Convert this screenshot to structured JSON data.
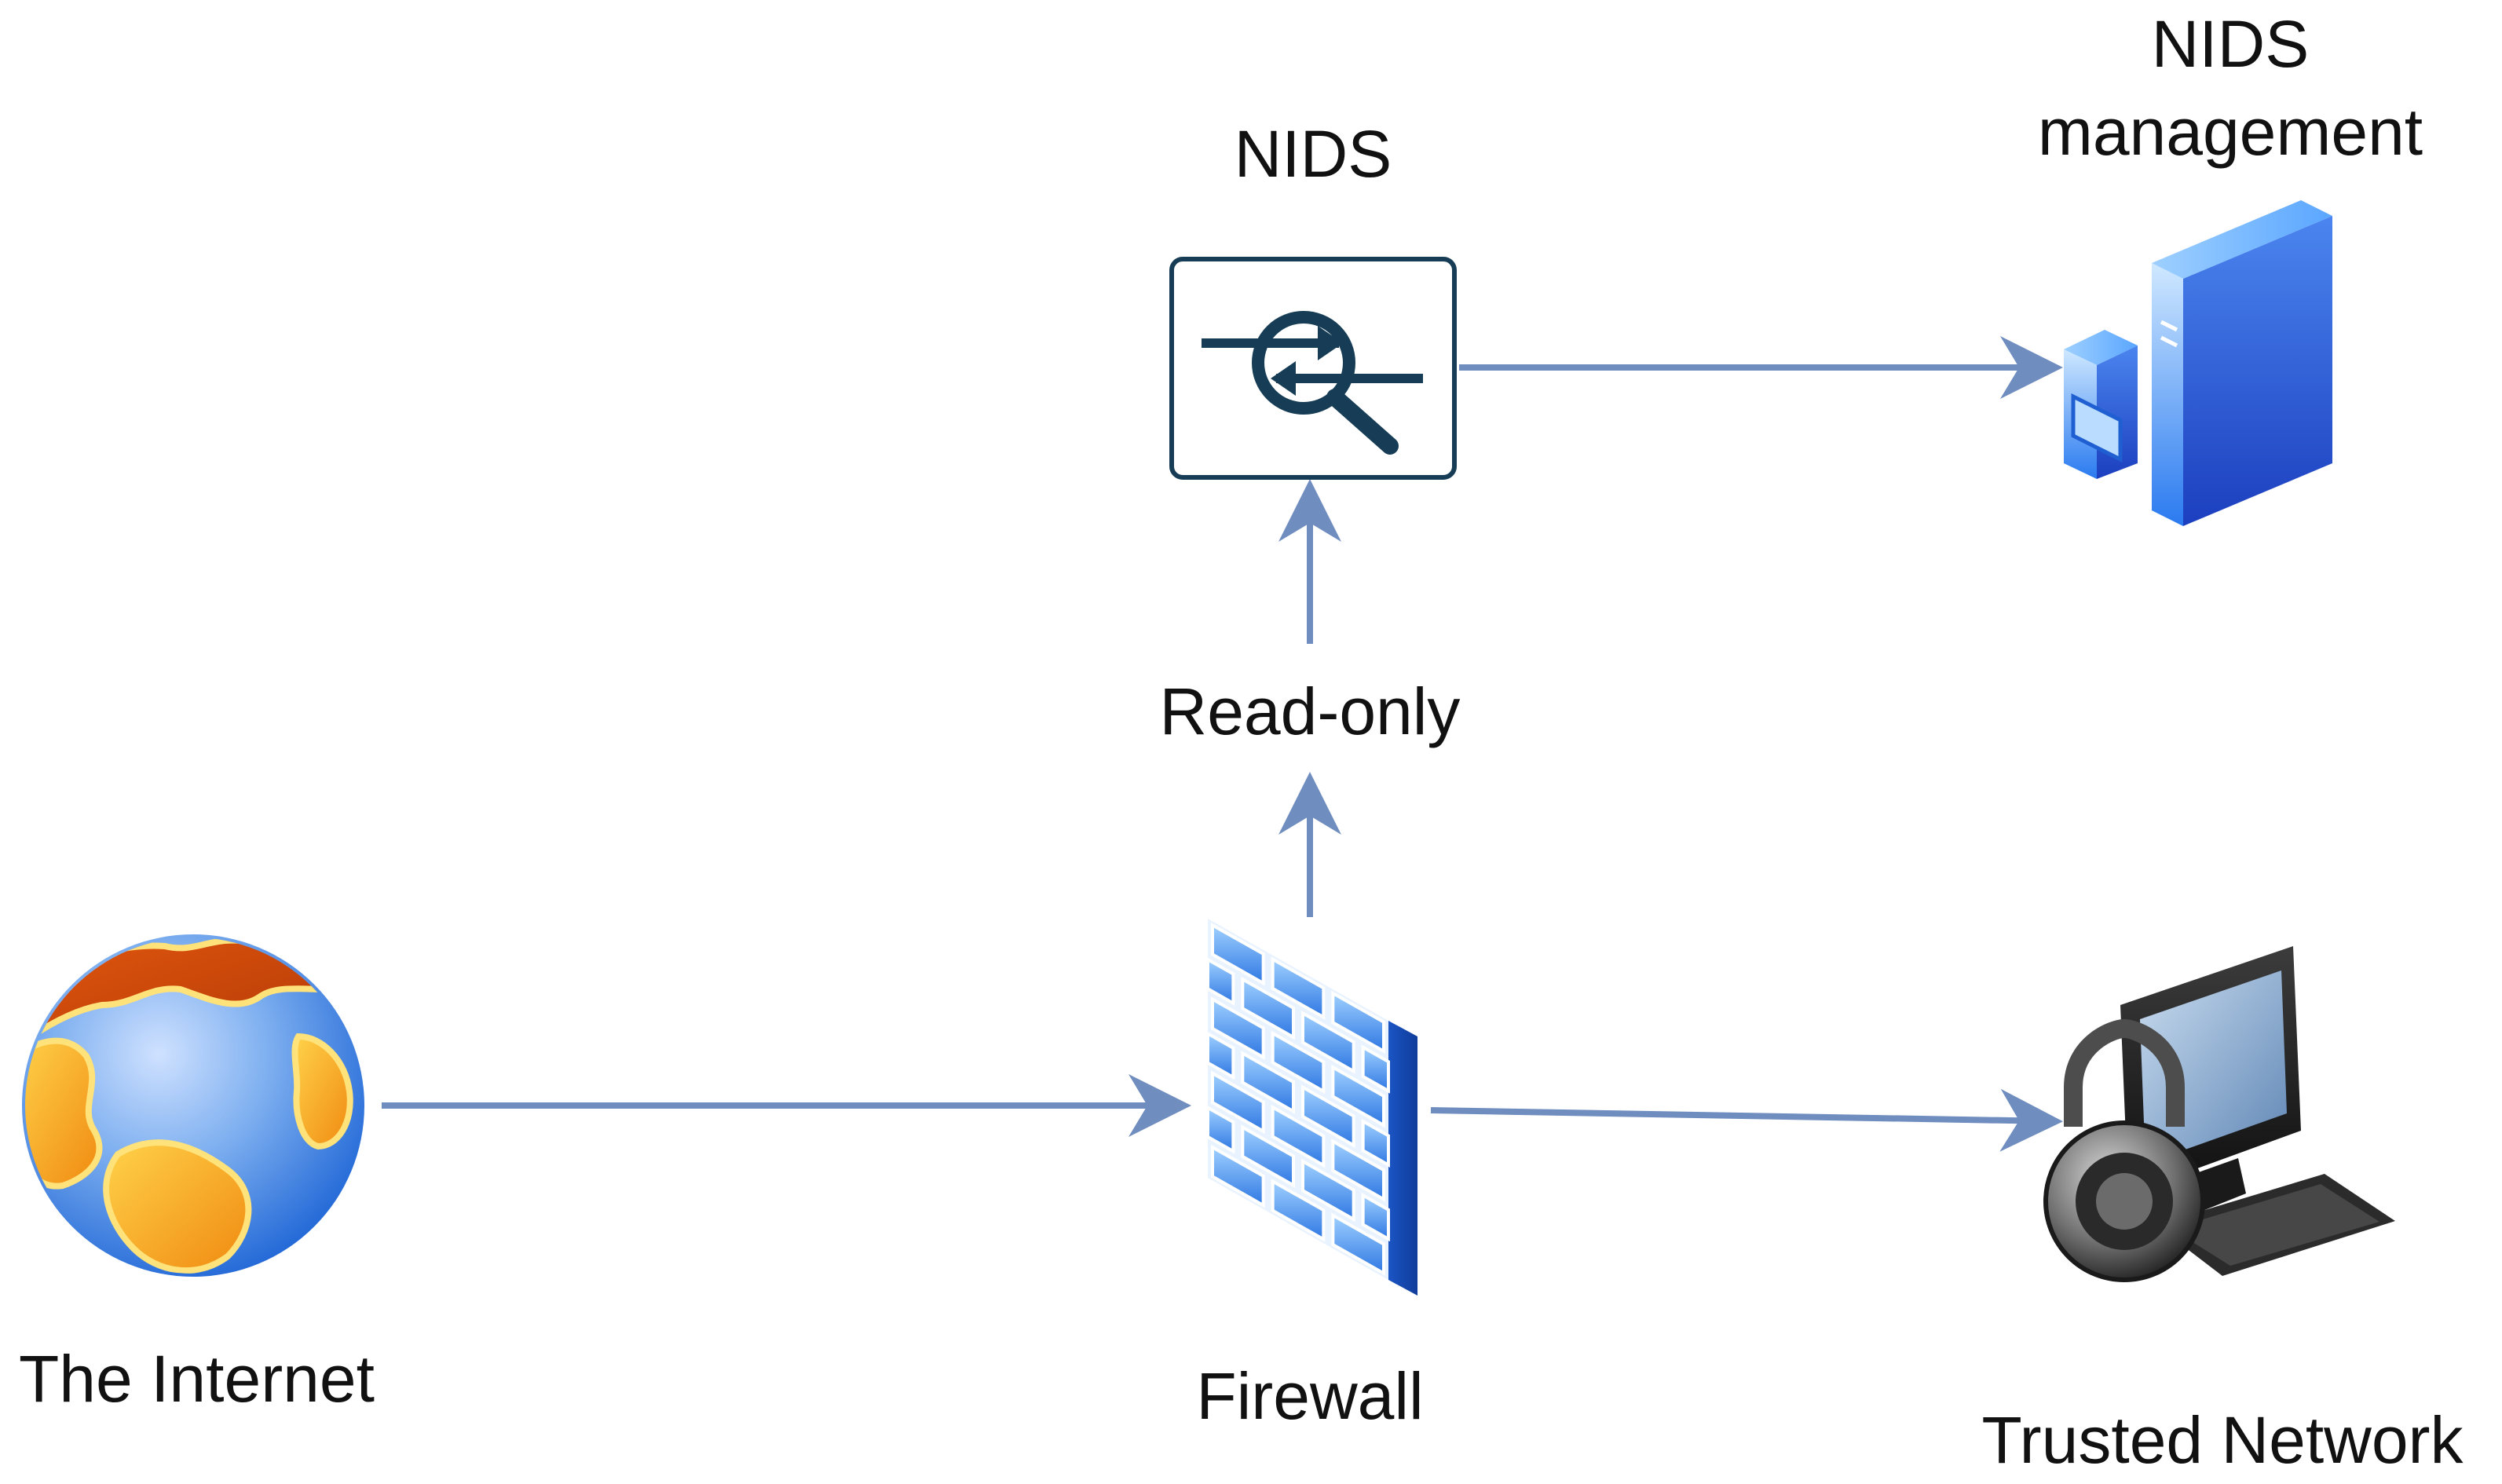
{
  "nodes": {
    "internet": {
      "label": "The Internet",
      "icon": "globe-icon"
    },
    "firewall": {
      "label": "Firewall",
      "icon": "firewall-brick-wall-icon"
    },
    "nids": {
      "label": "NIDS",
      "icon": "nids-packet-inspection-icon"
    },
    "nids_management": {
      "label_line1": "NIDS",
      "label_line2": "management",
      "icon": "server-tower-icon"
    },
    "trusted_network": {
      "label": "Trusted Network",
      "icon": "locked-computer-icon"
    }
  },
  "edges": {
    "firewall_to_nids": {
      "label": "Read-only"
    }
  },
  "colors": {
    "arrow": "#6f8dbf",
    "nids_box_border": "#163d55",
    "nids_box_fill": "#ffffff",
    "nids_symbol": "#163d55",
    "firewall_blue": "#3b7de0",
    "globe_ocean": "#4a8fe0",
    "globe_land": "#f2a41b",
    "server_blue": "#2a6fe8"
  }
}
